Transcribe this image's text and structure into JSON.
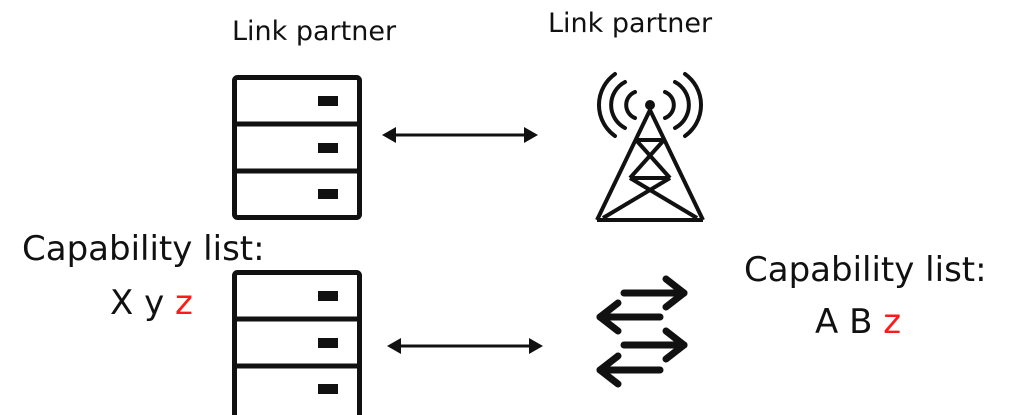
{
  "top_row": {
    "left_label": "Link partner",
    "right_label": "Link partner"
  },
  "bottom_row": {
    "left_capability": {
      "heading": "Capability list:",
      "items": [
        "X",
        "y",
        "z"
      ],
      "highlight": "z"
    },
    "right_capability": {
      "heading": "Capability list:",
      "items": [
        "A",
        "B",
        "z"
      ],
      "highlight": "z"
    }
  },
  "colors": {
    "foreground": "#111111",
    "highlight": "#ff1a1a"
  },
  "icons": {
    "top_left": "server-rack-icon",
    "top_right": "radio-tower-icon",
    "bottom_left": "server-rack-icon",
    "bottom_right": "exchange-arrows-icon",
    "link": "double-headed-arrow-icon"
  }
}
